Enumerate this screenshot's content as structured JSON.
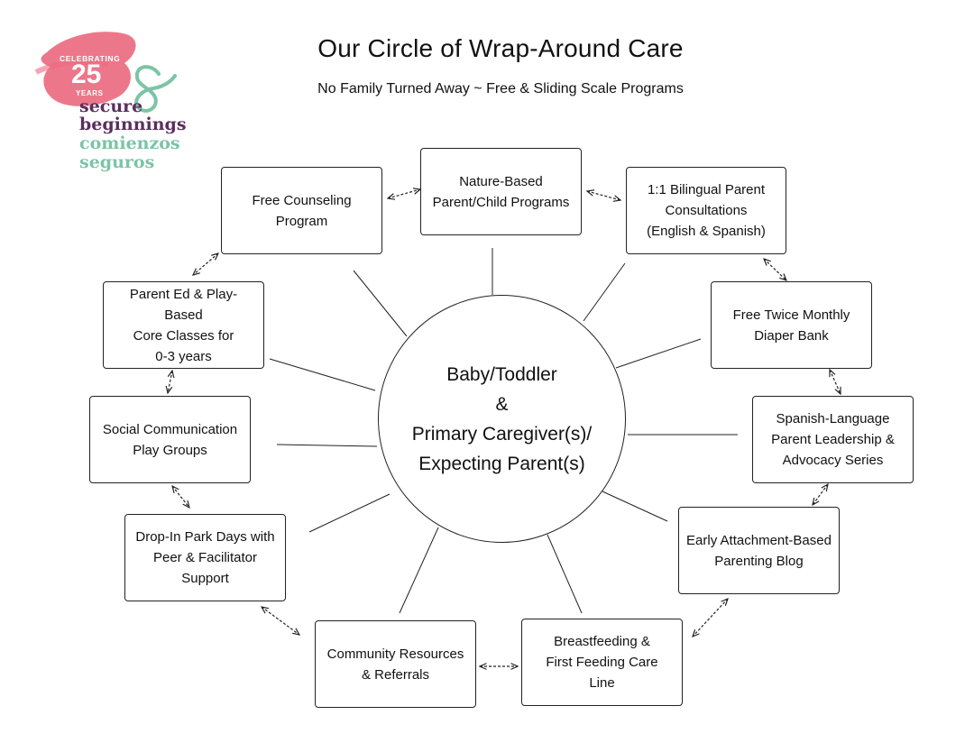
{
  "header": {
    "title": "Our Circle of Wrap-Around Care",
    "subtitle": "No Family Turned Away ~ Free & Sliding Scale Programs"
  },
  "logo": {
    "celebrating": "CELEBRATING",
    "number": "25",
    "years": "YEARS",
    "line1": "secure",
    "line2": "beginnings",
    "line3": "comienzos",
    "line4": "seguros"
  },
  "colors": {
    "logo_pink": "#ec6b80",
    "logo_purple": "#5a2f5c",
    "logo_green": "#7cc4a6",
    "stroke": "#222222"
  },
  "center": {
    "label": "Baby/Toddler\n&\nPrimary Caregiver(s)/\nExpecting Parent(s)"
  },
  "nodes": [
    {
      "id": "nature",
      "label": "Nature-Based\nParent/Child Programs"
    },
    {
      "id": "bilingual",
      "label": "1:1 Bilingual Parent\nConsultations\n(English & Spanish)"
    },
    {
      "id": "diaper",
      "label": "Free Twice Monthly\nDiaper Bank"
    },
    {
      "id": "spanish",
      "label": "Spanish-Language\nParent Leadership &\nAdvocacy Series"
    },
    {
      "id": "blog",
      "label": "Early Attachment-Based\nParenting Blog"
    },
    {
      "id": "breastfeeding",
      "label": "Breastfeeding &\nFirst Feeding Care\nLine"
    },
    {
      "id": "community",
      "label": "Community Resources\n& Referrals"
    },
    {
      "id": "dropin",
      "label": "Drop-In Park Days with\nPeer & Facilitator\nSupport"
    },
    {
      "id": "social",
      "label": "Social Communication\nPlay Groups"
    },
    {
      "id": "parented",
      "label": "Parent Ed & Play-Based\nCore Classes for\n0-3 years"
    },
    {
      "id": "counseling",
      "label": "Free Counseling\nProgram"
    }
  ]
}
